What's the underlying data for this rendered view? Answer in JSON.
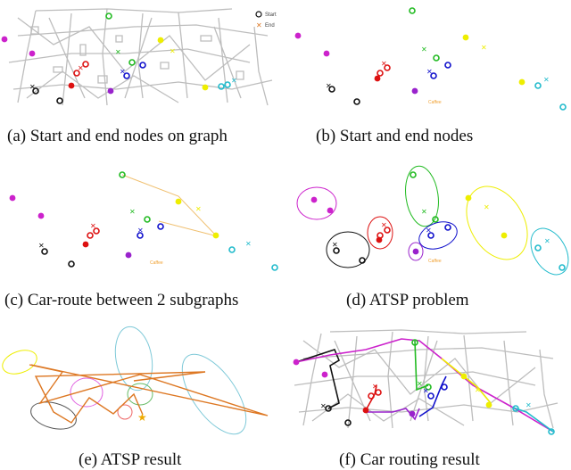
{
  "figure": {
    "captions": {
      "a": "(a)  Start and end nodes on graph",
      "b": "(b)  Start and end nodes",
      "c": "(c)  Car-route between 2 subgraphs",
      "d": "(d)  ATSP problem",
      "e": "(e)  ATSP result",
      "f": "(f)  Car routing result"
    },
    "legend": {
      "start_label": "Start",
      "end_label": "End"
    },
    "place_label": "Caffee",
    "colors": {
      "black": "#111111",
      "red": "#dd1111",
      "purple": "#9922cc",
      "magenta": "#cc22cc",
      "green": "#22bb22",
      "blue": "#1111cc",
      "yellow": "#eeee00",
      "cyan": "#22bbcc",
      "orange": "#dd7722",
      "gray": "#bdbdbd"
    }
  }
}
